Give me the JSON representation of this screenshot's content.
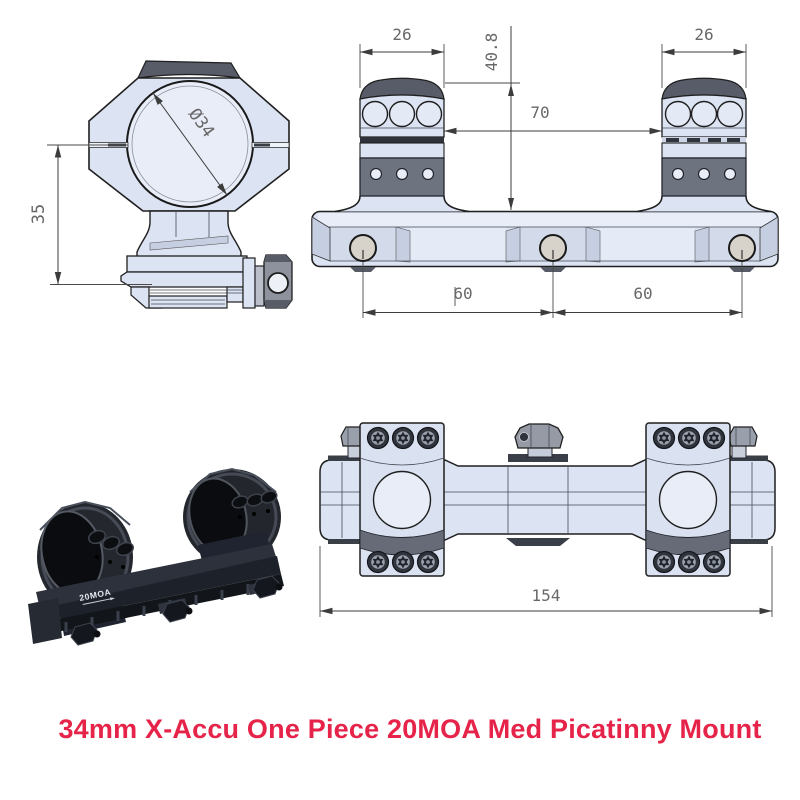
{
  "title": {
    "text": "34mm X-Accu One Piece 20MOA Med Picatinny Mount",
    "color": "#e62349"
  },
  "front_view": {
    "label_height": "35",
    "label_diameter": "Ø34"
  },
  "side_view": {
    "label_ring_width_left": "26",
    "label_ring_width_right": "26",
    "label_height_overall": "40.8",
    "label_ring_spacing": "70",
    "label_bolt_span_left": "60",
    "label_bolt_span_right": "60"
  },
  "top_view": {
    "label_overall_length": "154"
  },
  "photo": {
    "label_moa": "20MOA"
  },
  "colors": {
    "accent_red": "#e62349",
    "drawing_fill_light": "#dce3f2",
    "drawing_fill_panel": "#e4eaf6",
    "metal_dark": "#6e7380",
    "cap_dark": "#575c68",
    "nut_face": "#d7d3ca",
    "outline": "#1f1f1f",
    "dim_line": "#3c3c3c",
    "dim_text": "#686868",
    "photo_black": "#1d2129"
  }
}
